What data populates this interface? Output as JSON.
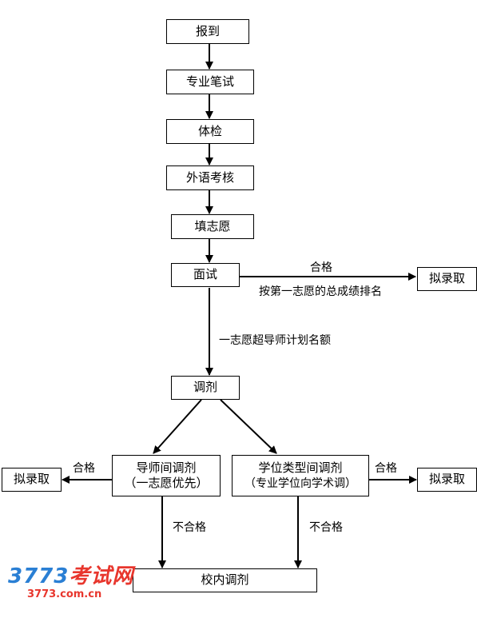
{
  "nodes": {
    "report": "报到",
    "written_exam": "专业笔试",
    "physical_exam": "体检",
    "language_exam": "外语考核",
    "fill_wish": "填志愿",
    "interview": "面试",
    "admit_top": "拟录取",
    "adjust": "调剂",
    "mentor_adjust_line1": "导师间调剂",
    "mentor_adjust_line2": "（一志愿优先）",
    "degree_adjust_line1": "学位类型间调剂",
    "degree_adjust_line2": "（专业学位向学术调）",
    "admit_left": "拟录取",
    "admit_right": "拟录取",
    "campus_adjust": "校内调剂"
  },
  "labels": {
    "pass_top": "合格",
    "rank_note": "按第一志愿的总成绩排名",
    "over_quota": "一志愿超导师计划名额",
    "pass_left": "合格",
    "pass_right": "合格",
    "fail_left": "不合格",
    "fail_right": "不合格"
  },
  "watermark": {
    "num": "3773",
    "cn": "考试网",
    "url": "3773.com.cn"
  },
  "colors": {
    "line": "#000000",
    "watermark_blue": "#2a7fd4",
    "watermark_red": "#e8362d"
  }
}
